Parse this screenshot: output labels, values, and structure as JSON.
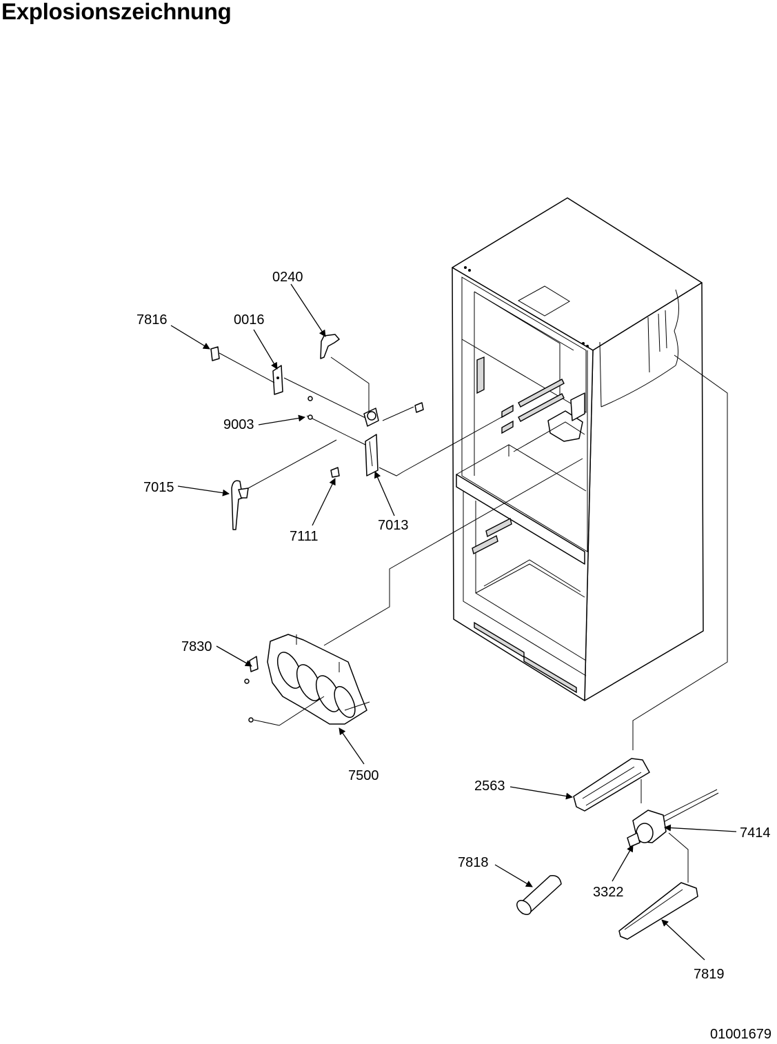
{
  "title": "Explosionszeichnung",
  "drawing_number": "01001679",
  "part_labels": {
    "p0240": "0240",
    "p7816": "7816",
    "p0016": "0016",
    "p9003": "9003",
    "p7015": "7015",
    "p7111": "7111",
    "p7013": "7013",
    "p7830": "7830",
    "p7500": "7500",
    "p2563": "2563",
    "p7414": "7414",
    "p7818": "7818",
    "p3322": "3322",
    "p7819": "7819"
  }
}
